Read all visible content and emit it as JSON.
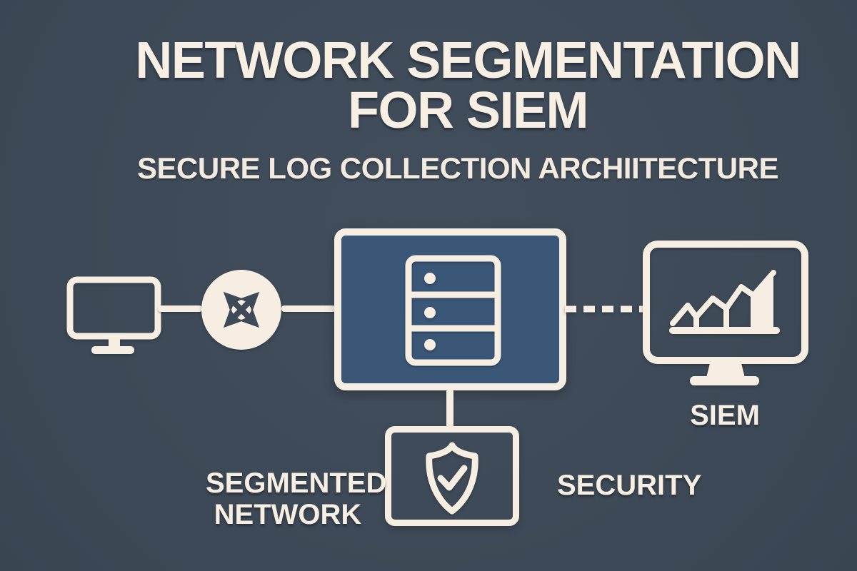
{
  "header": {
    "title_line1": "NETWORK SEGMENTATION",
    "title_line2": "FOR SIEM",
    "subtitle": "SECURE LOG COLLECTION ARCHIITECTURE"
  },
  "diagram": {
    "workstation": {
      "icon": "monitor-icon"
    },
    "router": {
      "icon": "crossed-arrows-router-icon"
    },
    "log_collector": {
      "icon": "server-stack-icon"
    },
    "segmented_network": {
      "label_line1": "SEGMENTED",
      "label_line2": "NETWORK"
    },
    "security": {
      "icon": "shield-check-icon",
      "label": "SECURITY"
    },
    "siem": {
      "icon": "monitor-chart-icon",
      "label": "SIEM"
    },
    "connections": [
      {
        "from": "workstation",
        "to": "router",
        "style": "solid"
      },
      {
        "from": "router",
        "to": "log_collector",
        "style": "solid"
      },
      {
        "from": "log_collector",
        "to": "siem",
        "style": "dashed"
      },
      {
        "from": "log_collector",
        "to": "security",
        "style": "solid"
      }
    ]
  },
  "colors": {
    "background": "#3E4A57",
    "foreground_cream": "#F7EFE3",
    "collector_box_fill": "#3B5778",
    "icon_dark": "#3E4A57"
  }
}
